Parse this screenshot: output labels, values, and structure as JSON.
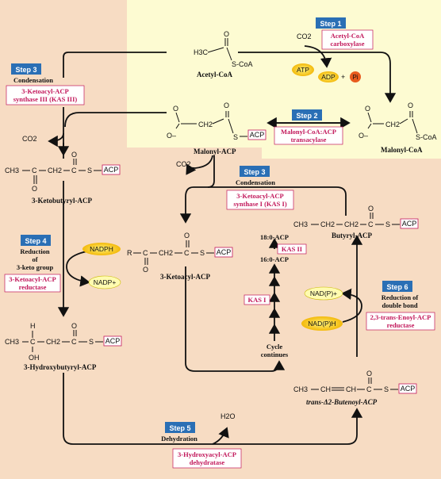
{
  "steps": {
    "s1": {
      "badge": "Step 1",
      "enzyme": [
        "Acetyl-CoA",
        "carboxylase"
      ]
    },
    "s2": {
      "badge": "Step 2",
      "enzyme": [
        "Malonyl-CoA:ACP",
        "transacylase"
      ]
    },
    "s3a": {
      "badge": "Step 3",
      "title": "Condensation",
      "enzyme": [
        "3-Ketoacyl-ACP",
        "synthase III (KAS III)"
      ]
    },
    "s3b": {
      "badge": "Step 3",
      "title": "Condensation",
      "enzyme": [
        "3-Ketoacyl-ACP",
        "synthase I (KAS I)"
      ]
    },
    "s4": {
      "badge": "Step 4",
      "title": [
        "Reduction",
        "of",
        "3-keto group"
      ],
      "enzyme": [
        "3-Ketoacyl-ACP",
        "reductase"
      ]
    },
    "s5": {
      "badge": "Step 5",
      "title": "Dehydration",
      "enzyme": [
        "3-Hydroxyacyl-ACP",
        "dehydratase"
      ]
    },
    "s6": {
      "badge": "Step 6",
      "title": [
        "Reduction of",
        "double bond"
      ],
      "enzyme": [
        "2,3-trans-Enoyl-ACP",
        "reductase"
      ]
    }
  },
  "compounds": {
    "acetyl_coa": "Acetyl-CoA",
    "malonyl_acp": "Malonyl-ACP",
    "malonyl_coa": "Malonyl-CoA",
    "ketobutyryl": "3-Ketobutyryl-ACP",
    "ketoacyl": "3-Ketoacyl-ACP",
    "butyryl": "Butyryl-ACP",
    "hydroxybutyryl": "3-Hydroxybutyryl-ACP",
    "butenoyl": "trans-Δ2-Butenoyl-ACP"
  },
  "cofactors": {
    "co2": "CO2",
    "atp": "ATP",
    "adp": "ADP",
    "pi": "Pi",
    "plus": "+",
    "nadph": "NADPH",
    "nadp": "NADP+",
    "nadp_h": "NAD(P)H",
    "nadp_plus": "NAD(P)+",
    "h2o": "H2O"
  },
  "cycle": {
    "c18": "18:0-ACP",
    "c16": "16:0-ACP",
    "kas2": "KAS II",
    "kas1": "KAS I",
    "continues": [
      "Cycle",
      "continues"
    ]
  },
  "atoms": {
    "acp": "ACP",
    "scoa": "S-CoA",
    "s": "S",
    "o": "O",
    "oh": "OH",
    "h": "H",
    "r": "R",
    "ominus": "O–",
    "ch3": "CH3",
    "ch2": "CH2",
    "ch": "CH",
    "c": "C",
    "h3c": "H3C"
  },
  "colors": {
    "background": "#f7dcc3",
    "yellow_panel": "#fdfbd2",
    "step_badge": "#2a6fb5",
    "enzyme_text": "#c2185b",
    "cofactor_fill": "#f5c400"
  }
}
